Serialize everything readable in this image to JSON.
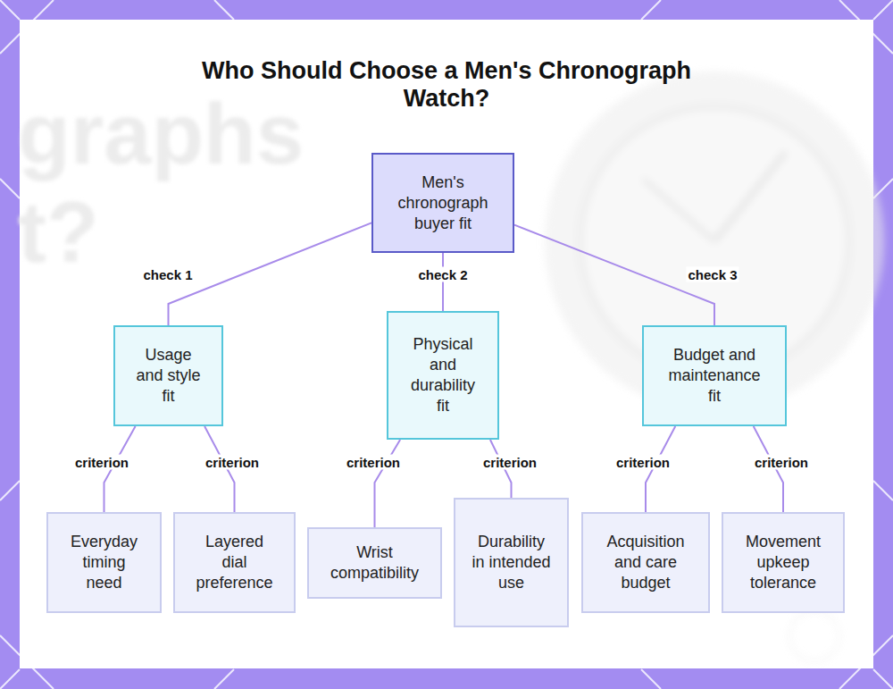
{
  "diagram": {
    "title": "Who Should Choose a Men's Chronograph Watch?",
    "nodes": [
      {
        "text": [
          "Men's chronograph buyer fit"
        ]
      },
      {
        "text": [
          "Usage and style fit"
        ]
      },
      {
        "text": [
          "Physical and durability fit"
        ]
      },
      {
        "text": [
          "Budget and maintenance fit"
        ]
      },
      {
        "text": [
          "Everyday timing need"
        ]
      },
      {
        "text": [
          "Layered dial preference"
        ]
      },
      {
        "text": [
          "Wrist compatibility"
        ]
      },
      {
        "text": [
          "Durability in intended use"
        ]
      },
      {
        "text": [
          "Acquisition and care budget"
        ]
      },
      {
        "text": [
          "Movement upkeep tolerance"
        ]
      }
    ],
    "edges": [
      {
        "from": 0,
        "to": 1,
        "label": "check 1",
        "arrow": "none"
      },
      {
        "from": 0,
        "to": 2,
        "label": "check 2",
        "arrow": "none"
      },
      {
        "from": 0,
        "to": 3,
        "label": "check 3",
        "arrow": "none"
      },
      {
        "from": 1,
        "to": 4,
        "label": "criterion",
        "arrow": "none"
      },
      {
        "from": 1,
        "to": 5,
        "label": "criterion",
        "arrow": "none"
      },
      {
        "from": 2,
        "to": 6,
        "label": "criterion",
        "arrow": "none"
      },
      {
        "from": 2,
        "to": 7,
        "label": "criterion",
        "arrow": "none"
      },
      {
        "from": 3,
        "to": 8,
        "label": "criterion",
        "arrow": "none"
      },
      {
        "from": 3,
        "to": 9,
        "label": "criterion",
        "arrow": "none"
      }
    ],
    "labels": [
      "graphs",
      "t?"
    ]
  }
}
